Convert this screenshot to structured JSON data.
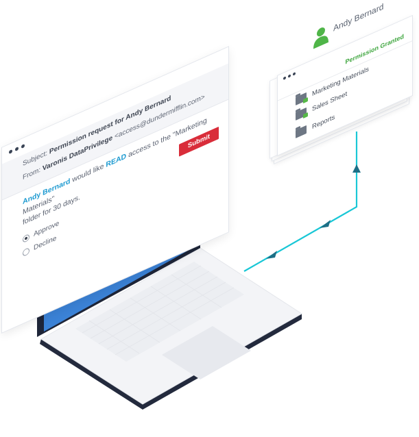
{
  "user": {
    "name": "Andy Bernard"
  },
  "permission_panel": {
    "status": "Permission Granted",
    "items": [
      {
        "label": "Marketing Materials"
      },
      {
        "label": "Sales Sheet"
      },
      {
        "label": "Reports"
      }
    ]
  },
  "email": {
    "subject_label": "Subject:",
    "subject_value": "Permission request for Andy Bernard",
    "from_label": "From:",
    "from_value": "Varonis DataPrivilege",
    "from_address": "<access@dundermifflin.com>",
    "body_name": "Andy Bernard",
    "body_pre": "would like",
    "body_access": "READ",
    "body_mid": "access to the",
    "body_folder": "\"Marketing Materials\"",
    "body_post": "folder for 30 days.",
    "options": [
      {
        "label": "Approve",
        "selected": true
      },
      {
        "label": "Decline",
        "selected": false
      }
    ],
    "submit_label": "Submit"
  },
  "colors": {
    "accent_blue": "#1f9bd1",
    "granted_green": "#3fa63f",
    "submit_red": "#d92d3a",
    "flow_line": "#19c7d6",
    "screen_blue": "#3b82d6"
  }
}
